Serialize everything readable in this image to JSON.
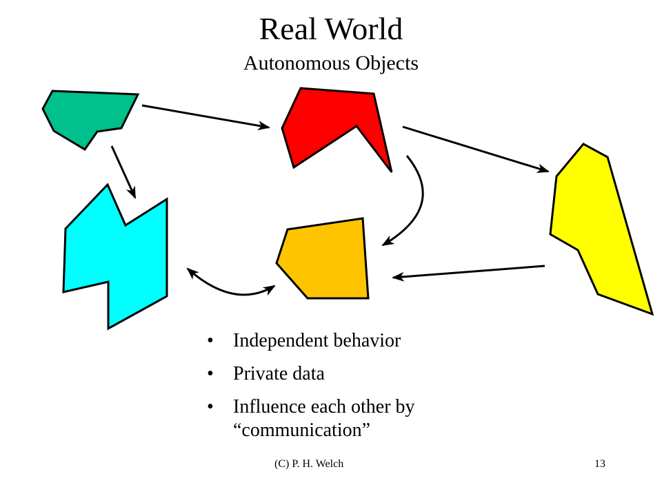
{
  "title": "Real World",
  "subtitle": "Autonomous Objects",
  "bullets": [
    "Independent behavior",
    "Private data",
    "Influence each other by “communication”"
  ],
  "footer": {
    "author": "(C) P. H. Welch",
    "page": "13"
  },
  "shape_colors": {
    "green": "#00C08C",
    "red": "#FF0000",
    "yellow": "#FFFF00",
    "cyan": "#00FFFF",
    "orange": "#FFC400"
  }
}
